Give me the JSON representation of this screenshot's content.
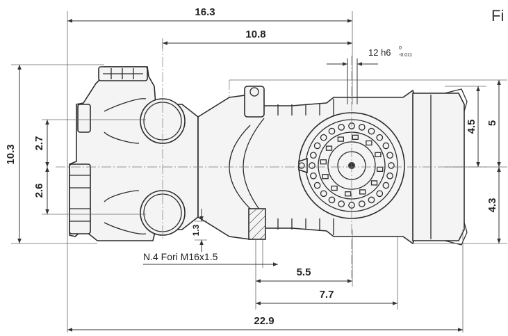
{
  "corner_label": "Fi",
  "dimensions": {
    "overall_top": "16.3",
    "inner_top": "10.8",
    "shaft": "12 h6",
    "shaft_tol_upper": "0",
    "shaft_tol_lower": "-0.011",
    "height_total": "10.3",
    "height_upper": "2.7",
    "height_lower": "2.6",
    "right_inner": "4.5",
    "right_outer": "5",
    "right_lower": "4.3",
    "small_vertical": "1.3",
    "mid_bottom": "5.5",
    "lower_bottom": "7.7",
    "overall_bottom": "22.9"
  },
  "note_holes": "N.4 Fori M16x1.5",
  "colors": {
    "ink": "#222222",
    "body_fill": "#f4f4f4"
  }
}
